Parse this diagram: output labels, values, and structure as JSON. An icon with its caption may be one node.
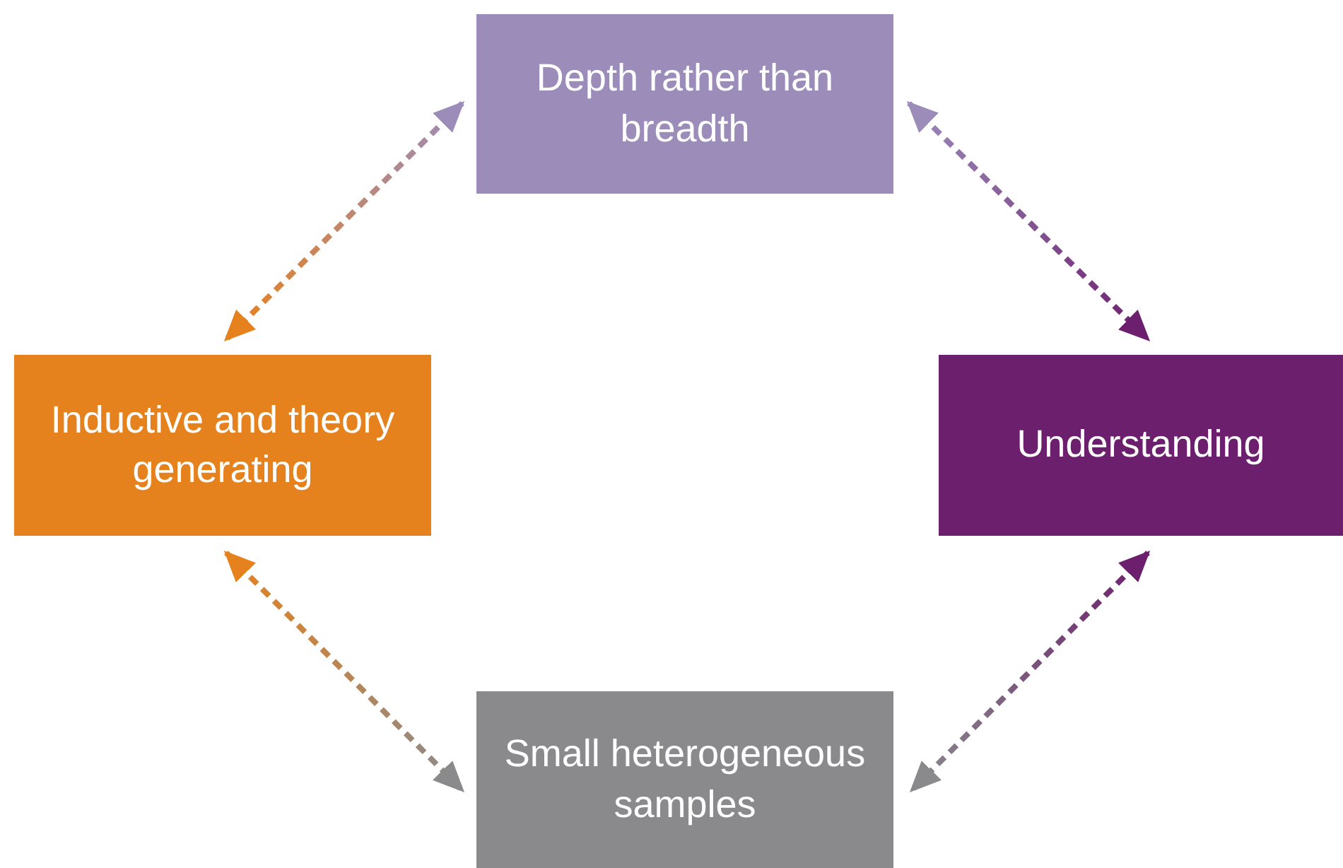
{
  "diagram": {
    "nodes": [
      {
        "text": [
          "Depth rather than breadth"
        ]
      },
      {
        "text": [
          "Inductive and theory generating"
        ]
      },
      {
        "text": [
          "Understanding"
        ]
      },
      {
        "text": [
          "Small heterogeneous samples"
        ]
      }
    ],
    "edges": [
      {
        "from": 0,
        "to": 1,
        "arrow": "both",
        "style": "dashed"
      },
      {
        "from": 0,
        "to": 2,
        "arrow": "both",
        "style": "dashed"
      },
      {
        "from": 1,
        "to": 3,
        "arrow": "both",
        "style": "dashed"
      },
      {
        "from": 2,
        "to": 3,
        "arrow": "both",
        "style": "dashed"
      }
    ]
  }
}
